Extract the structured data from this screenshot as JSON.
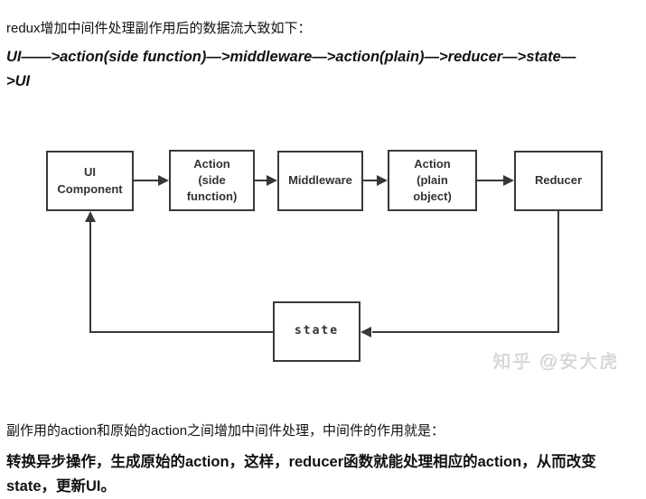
{
  "intro": {
    "text": "redux增加中间件处理副作用后的数据流大致如下："
  },
  "formula": {
    "line1": "UI——>action(side function)—>middleware—>action(plain)—>reducer—>state—",
    "line2": ">UI"
  },
  "diagram": {
    "nodes": {
      "ui_component": "UI\nComponent",
      "action_side": "Action\n(side\nfunction)",
      "middleware": "Middleware",
      "action_plain": "Action\n(plain\nobject)",
      "reducer": "Reducer",
      "state": "state"
    },
    "watermark": "知乎 @安大虎"
  },
  "explain": {
    "text": "副作用的action和原始的action之间增加中间件处理，中间件的作用就是："
  },
  "conclusion": {
    "line1": "转换异步操作，生成原始的action，这样，reducer函数就能处理相应的action，从而改变",
    "line2": "state，更新UI。"
  },
  "colors": {
    "text": "#121212",
    "diagram_stroke": "#383838",
    "watermark": "#dcdcdc"
  }
}
